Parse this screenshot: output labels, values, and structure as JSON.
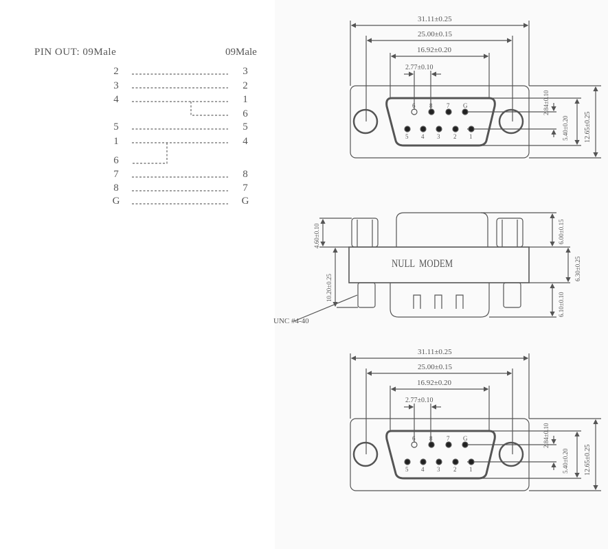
{
  "pinout": {
    "title": "PIN OUT: 09Male",
    "right_title": "09Male",
    "rows": [
      {
        "left": "2",
        "right": "3"
      },
      {
        "left": "3",
        "right": "2"
      },
      {
        "left": "4",
        "right": "1"
      },
      {
        "left": "",
        "right": "6"
      },
      {
        "left": "5",
        "right": "5"
      },
      {
        "left": "1",
        "right": "4"
      },
      {
        "left": "6",
        "right": ""
      },
      {
        "left": "7",
        "right": "8"
      },
      {
        "left": "8",
        "right": "7"
      },
      {
        "left": "G",
        "right": "G"
      }
    ]
  },
  "top_view": {
    "dim_overall": "31.11±0.25",
    "dim_mount": "25.00±0.15",
    "dim_shell": "16.92±0.20",
    "dim_pitch": "2.77±0.10",
    "dim_row": "2.84±0.10",
    "dim_shell_h": "5.40±0.20",
    "dim_height": "12.65±0.25",
    "top_pins": [
      "6",
      "8",
      "7",
      "G"
    ],
    "bottom_pins": [
      "5",
      "4",
      "3",
      "2",
      "1"
    ]
  },
  "side_view": {
    "label": "NULL  MODEM",
    "dim_left_top": "4.60±0.10",
    "dim_left_body": "10.20±0.25",
    "dim_right_top": "6.00±0.15",
    "dim_right_mid": "6.30±0.25",
    "dim_right_bottom": "6.10±0.10",
    "screw_label": "UNC #4-40"
  },
  "bottom_view": {
    "dim_overall": "31.11±0.25",
    "dim_mount": "25.00±0.15",
    "dim_shell": "16.92±0.20",
    "dim_pitch": "2.77±0.10",
    "dim_row": "2.84±0.10",
    "dim_shell_h": "5.40±0.20",
    "dim_height": "12.65±0.25",
    "top_pins": [
      "6",
      "8",
      "7",
      "G"
    ],
    "bottom_pins": [
      "5",
      "4",
      "3",
      "2",
      "1"
    ]
  }
}
